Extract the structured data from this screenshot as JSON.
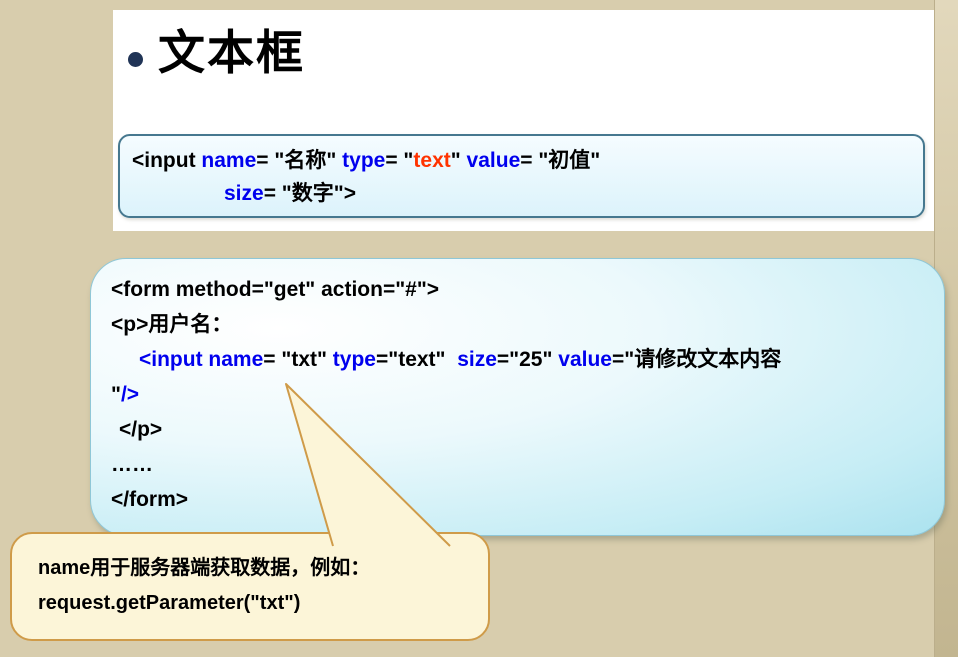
{
  "slide": {
    "title": "文本框"
  },
  "palette": {
    "keyword_blue": "#0000ee",
    "value_red": "#ff3300",
    "background_tan": "#d8cdad",
    "syntax_box_border": "#46788f",
    "callout_border": "#cf9b49",
    "example_box_fill": "#abe2ef"
  },
  "syntax_box": {
    "lines": [
      {
        "segments": [
          {
            "t": "<input ",
            "c": "k"
          },
          {
            "t": "name",
            "c": "b"
          },
          {
            "t": "= \"名称\" ",
            "c": "k"
          },
          {
            "t": "type",
            "c": "b"
          },
          {
            "t": "= \"",
            "c": "k"
          },
          {
            "t": "text",
            "c": "r"
          },
          {
            "t": "\" ",
            "c": "k"
          },
          {
            "t": "value",
            "c": "b"
          },
          {
            "t": "= \"初值\"",
            "c": "k"
          }
        ]
      },
      {
        "segments": [
          {
            "t": "size",
            "c": "b"
          },
          {
            "t": "= \"数字\">",
            "c": "k"
          }
        ]
      }
    ]
  },
  "example_box": {
    "lines": [
      {
        "segments": [
          {
            "t": "<form method=\"get\" action=\"#\">",
            "c": "k"
          }
        ]
      },
      {
        "segments": [
          {
            "t": "<p>用户名：",
            "c": "k"
          }
        ]
      },
      {
        "segments": [
          {
            "t": "<input name",
            "c": "b"
          },
          {
            "t": "= \"txt\" ",
            "c": "k"
          },
          {
            "t": "type",
            "c": "b"
          },
          {
            "t": "=\"text\"  ",
            "c": "k"
          },
          {
            "t": "size",
            "c": "b"
          },
          {
            "t": "=\"25\" ",
            "c": "k"
          },
          {
            "t": "value",
            "c": "b"
          },
          {
            "t": "=\"请修改文本内容",
            "c": "k"
          }
        ]
      },
      {
        "segments": [
          {
            "t": "\"",
            "c": "k"
          },
          {
            "t": "/>",
            "c": "b"
          }
        ]
      },
      {
        "segments": [
          {
            "t": "</p>",
            "c": "k"
          }
        ]
      },
      {
        "segments": [
          {
            "t": "……",
            "c": "k"
          }
        ]
      },
      {
        "segments": [
          {
            "t": "</form>",
            "c": "k"
          }
        ]
      }
    ]
  },
  "callout": {
    "line1": "name用于服务器端获取数据，例如：",
    "line2": "request.getParameter(\"txt\")"
  }
}
